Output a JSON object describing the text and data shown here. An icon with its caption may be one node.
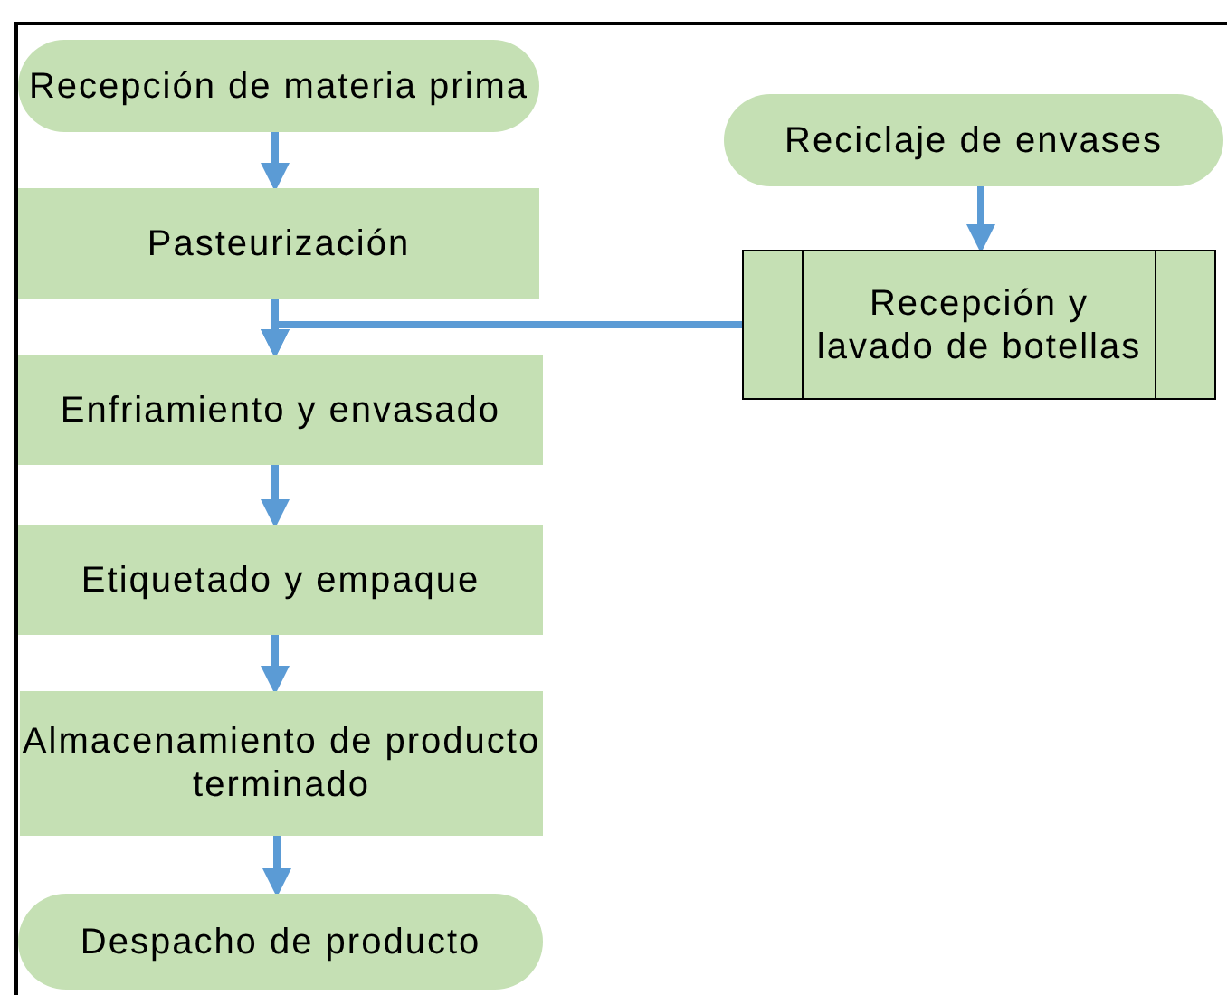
{
  "diagram": {
    "nodes": [
      {
        "text": [
          "Recepción de materia prima"
        ]
      },
      {
        "text": [
          "Pasteurización"
        ]
      },
      {
        "text": [
          "Enfriamiento y envasado"
        ]
      },
      {
        "text": [
          "Etiquetado y empaque"
        ]
      },
      {
        "text": [
          "Almacenamiento de producto terminado"
        ]
      },
      {
        "text": [
          "Despacho de producto"
        ]
      },
      {
        "text": [
          "Reciclaje de envases"
        ]
      },
      {
        "text": [
          "Recepción y lavado de botellas"
        ]
      }
    ],
    "edges": [
      {
        "from": 0,
        "to": 1,
        "arrow": "to"
      },
      {
        "from": 1,
        "to": 2,
        "arrow": "to"
      },
      {
        "from": 6,
        "to": 7,
        "arrow": "to"
      },
      {
        "from": 7,
        "to": 2,
        "arrow": "to"
      },
      {
        "from": 2,
        "to": 3,
        "arrow": "to"
      },
      {
        "from": 3,
        "to": 4,
        "arrow": "to"
      },
      {
        "from": 4,
        "to": 5,
        "arrow": "to"
      }
    ]
  }
}
